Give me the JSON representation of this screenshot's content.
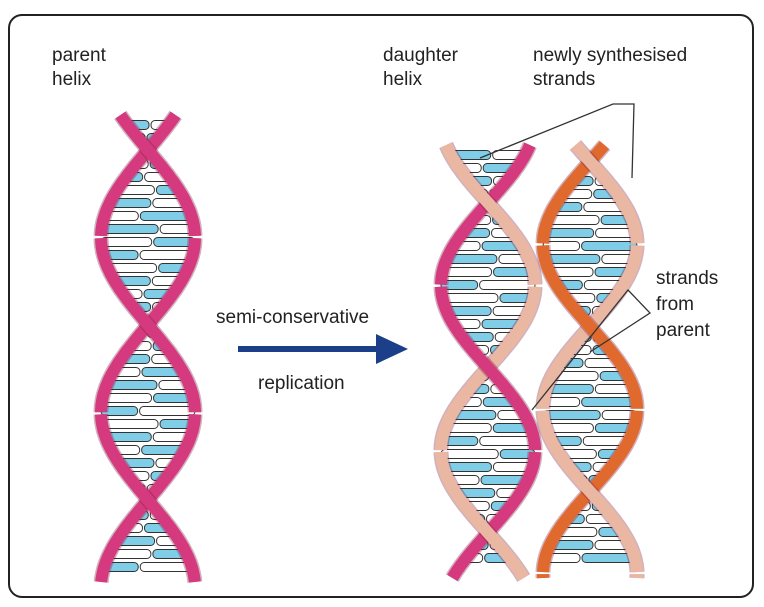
{
  "labels": {
    "parent_helix": [
      "parent",
      "helix"
    ],
    "daughter_helix": [
      "daughter",
      "helix"
    ],
    "newly_synthesised": [
      "newly synthesised",
      "strands"
    ],
    "strands_from_parent": [
      "strands",
      "from",
      "parent"
    ],
    "process_top": "semi-conservative",
    "process_bottom": "replication"
  },
  "colors": {
    "parent_strand": "#d63a7e",
    "new_strand_dark": "#e06a2e",
    "new_strand_light": "#eab7a2",
    "base_blue": "#7fcde6",
    "base_white": "#ffffff",
    "arrow": "#1c3f8a",
    "outline": "#333333"
  }
}
